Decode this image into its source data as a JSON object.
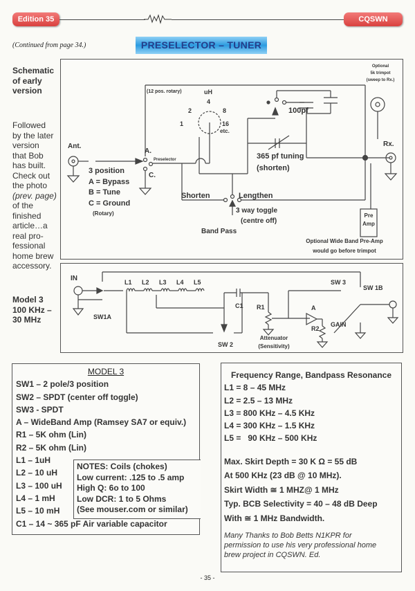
{
  "header": {
    "edition": "Edition 35",
    "publication": "CQSWN"
  },
  "continued": "(Continued from page 34.)",
  "title": "PRESELECTOR – TUNER",
  "sidebar": {
    "schematic_caption": [
      "Schematic",
      "of early",
      "version"
    ],
    "followed_text": [
      "Followed",
      "by the later",
      "version",
      "that Bob",
      "has built.",
      "Check out",
      "the photo"
    ],
    "prev_page": "(prev. page)",
    "followed_text2": [
      "of the",
      "finished",
      "article…a",
      "real pro-",
      "fessional",
      "home brew",
      "accessory."
    ],
    "model_caption": [
      "Model 3",
      "100 KHz –",
      "30 MHz"
    ]
  },
  "schematic1": {
    "optional_trimpot": [
      "Optional",
      "5k trimpot",
      "(sweep to Rx.)"
    ],
    "rotary12": "(12 pos. rotary)",
    "uh": "uH",
    "taps": [
      "1",
      "2",
      "4",
      "8",
      "16",
      "etc."
    ],
    "cap_100": "100pf",
    "ant": "Ant.",
    "a": "A.",
    "preselector": "Preselector",
    "c": "C.",
    "tuning": [
      "365 pf tuning",
      "(shorten)"
    ],
    "rx": "Rx.",
    "positions": [
      "3 position",
      "A = Bypass",
      "B = Tune",
      "C = Ground",
      "(Rotary)"
    ],
    "shorten": "Shorten",
    "lengthen": "Lengthen",
    "toggle": [
      "3 way toggle",
      "(centre off)"
    ],
    "band_pass": "Band Pass",
    "pre_amp": [
      "Pre",
      "Amp"
    ],
    "wideband_note": [
      "Optional Wide Band Pre-Amp",
      "would go before trimpot"
    ]
  },
  "schematic2": {
    "in": "IN",
    "coils": [
      "L1",
      "L2",
      "L3",
      "L4",
      "L5"
    ],
    "sw1a": "SW1A",
    "c1": "C1",
    "r1": "R1",
    "sw2": "SW 2",
    "attenuator": [
      "Attenuator",
      "(Sensitivity)"
    ],
    "sw3": "SW 3",
    "amp": "A",
    "r2": "R2",
    "gain": "GAIN",
    "sw1b": "SW 1B"
  },
  "model3": {
    "heading": "MODEL 3",
    "parts": [
      "SW1 – 2 pole/3 position",
      "SW2 – SPDT (center off toggle)",
      "SW3  - SPDT",
      "A – WideBand Amp (Ramsey SA7 or equiv.)",
      "R1 – 5K ohm (Lin)",
      "R2 – 5K ohm (Lin)",
      "L1 – 1uH",
      "L2 – 10 uH",
      "L3 – 100 uH",
      "L4 – 1 mH",
      "L5 – 10 mH"
    ],
    "capacitor": "C1 – 14 ~ 365 pF Air variable capacitor",
    "notes": [
      "NOTES: Coils (chokes)",
      "Low current: .125 to  .5 amp",
      "High Q: 6o to 100",
      "Low DCR: 1 to 5 Ohms",
      "(See mouser.com or similar)"
    ]
  },
  "frequency": {
    "heading": "Frequency Range, Bandpass Resonance",
    "ranges": [
      "L1 = 8 – 45 MHz",
      "L2 = 2.5 – 13 MHz",
      "L3 = 800 KHz – 4.5 KHz",
      "L4 = 300 KHz – 1.5 KHz",
      "L5 =   90 KHz – 500 KHz"
    ],
    "specs": [
      "Max. Skirt Depth = 30 K Ω = 55 dB",
      "At  500 KHz (23 dB @ 10 MHz).",
      "Skirt Width ≅ 1 MHZ@ 1 MHz",
      "Typ. BCB Selectivity = 40 – 48 dB Deep",
      "With ≅ 1 MHz Bandwidth."
    ],
    "thanks": [
      "Many Thanks to Bob Betts N1KPR for",
      "permission to use his very professional home",
      "brew project in CQSWN. Ed."
    ]
  },
  "footer": {
    "page": "- 35 -"
  },
  "colors": {
    "pill": "#d9413f",
    "banner": "#2c9be0",
    "banner_text": "#243e8a"
  }
}
